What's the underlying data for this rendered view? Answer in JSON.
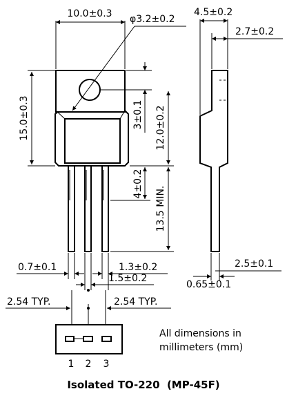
{
  "dimensions": {
    "width_total": "10.0±0.3",
    "hole_dia": "φ3.2±0.2",
    "height_body": "15.0±0.3",
    "hole_offset": "3±0.1",
    "height_to_shoulder": "12.0±0.2",
    "lead_shoulder": "4±0.2",
    "lead_length": "13.5 MIN.",
    "lead_width": "0.7±0.1",
    "lead_width_wide": "1.3±0.2",
    "lead_spacing_pitch": "1.5±0.2",
    "pitch_left": "2.54 TYP.",
    "pitch_right": "2.54 TYP.",
    "side_thickness": "4.5±0.2",
    "side_tab_thickness": "2.7±0.2",
    "side_lead_thickness": "0.65±0.1",
    "side_lead_offset": "2.5±0.1"
  },
  "pins": [
    "1",
    "2",
    "3"
  ],
  "note_line1": "All dimensions in",
  "note_line2": "millimeters (mm)",
  "caption": "Isolated TO-220  (MP-45F)"
}
